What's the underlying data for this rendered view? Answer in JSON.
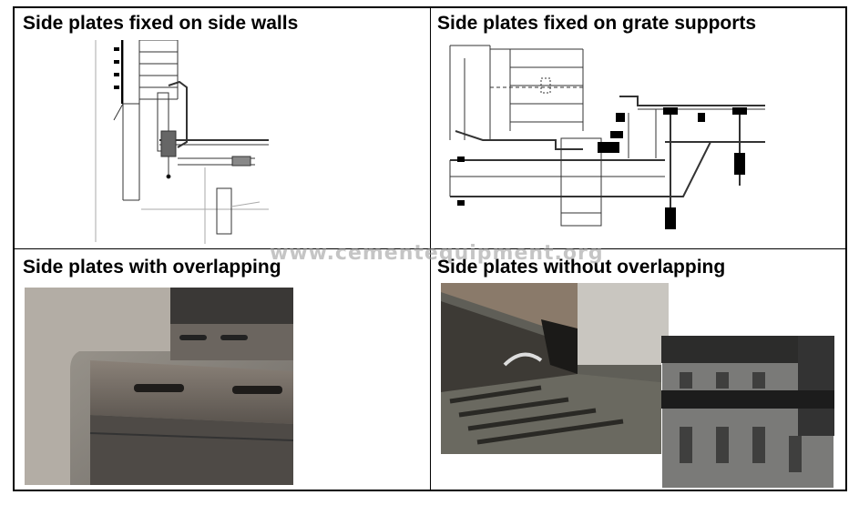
{
  "panels": [
    {
      "title": "Side plates fixed on side walls"
    },
    {
      "title": "Side plates fixed on grate supports"
    },
    {
      "title": "Side plates with overlapping"
    },
    {
      "title": "Side plates without overlapping"
    }
  ],
  "watermark": "www.cementequipment.org"
}
